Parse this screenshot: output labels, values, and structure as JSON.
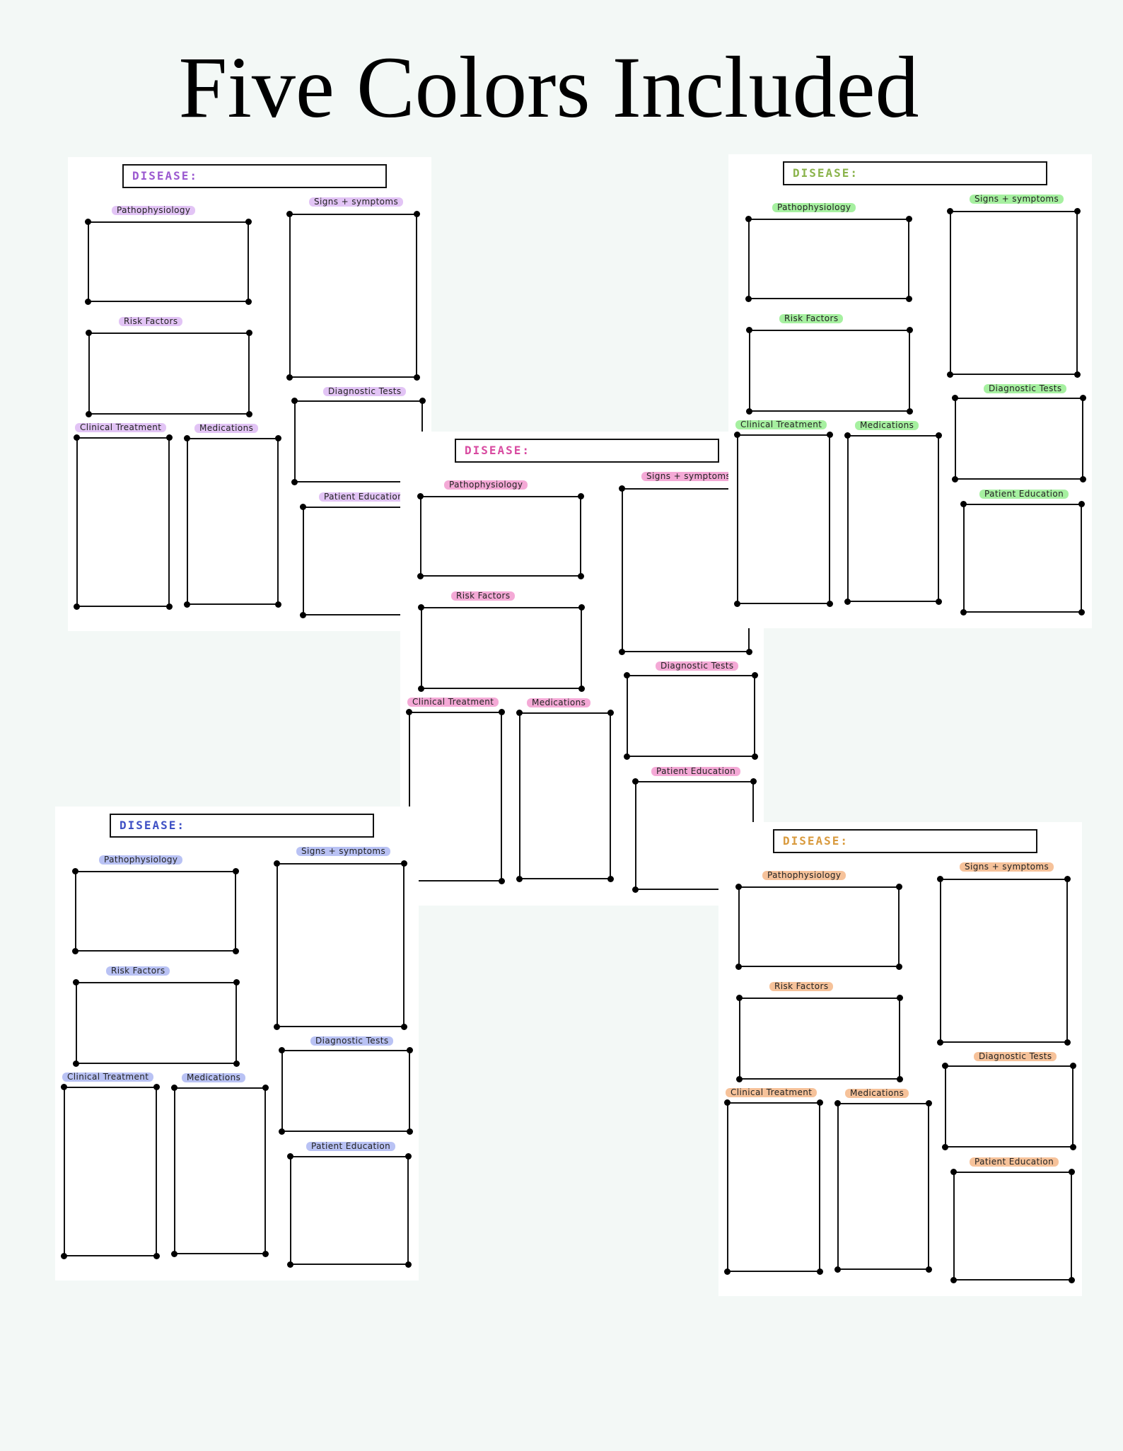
{
  "title": "Five Colors Included",
  "sheet_text": {
    "disease": "DISEASE:",
    "pathophysiology": "Pathophysiology",
    "signs_symptoms": "Signs + symptoms",
    "risk_factors": "Risk Factors",
    "diagnostic_tests": "Diagnostic Tests",
    "clinical_treatment": "Clinical Treatment",
    "medications": "Medications",
    "patient_education": "Patient Education"
  },
  "sheets": [
    {
      "color_name": "purple",
      "accent": "#9b59d0",
      "highlight": "#e2c4f5"
    },
    {
      "color_name": "green",
      "accent": "#8ab34a",
      "highlight": "#a6f0a0"
    },
    {
      "color_name": "pink",
      "accent": "#d84aa0",
      "highlight": "#f4a9d6"
    },
    {
      "color_name": "blue",
      "accent": "#3d4fc4",
      "highlight": "#b9c2f4"
    },
    {
      "color_name": "orange",
      "accent": "#d99a3d",
      "highlight": "#f6c29a"
    }
  ]
}
